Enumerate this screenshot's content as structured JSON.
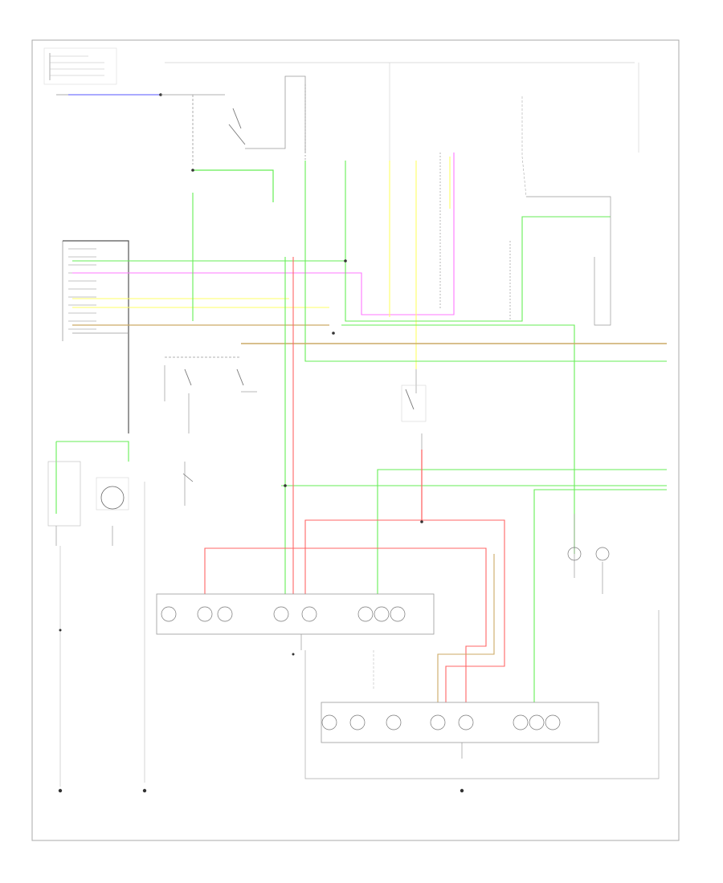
{
  "diagram": {
    "border": "#aaaaaa",
    "wire_colors": {
      "green": "#66ee55",
      "yellow": "#ffff66",
      "red": "#ff6666",
      "pink": "#ff77ff",
      "blue": "#7777ff",
      "tan": "#ccaa66",
      "black": "#333333",
      "gray": "#999999"
    },
    "components": [
      {
        "id": "fuse-relay-box-top-left",
        "icon": "fuse-box-icon"
      },
      {
        "id": "headlight-switch",
        "icon": "switch-icon"
      },
      {
        "id": "brake-switch",
        "icon": "switch-icon"
      },
      {
        "id": "light-control-unit",
        "icon": "module-icon"
      },
      {
        "id": "combination-switch",
        "icon": "switch-icon"
      },
      {
        "id": "backup-light-switch",
        "icon": "switch-icon"
      },
      {
        "id": "license-plate-light",
        "icon": "bulb-icon"
      },
      {
        "id": "high-mount-stop-light",
        "icon": "bulb-icon"
      },
      {
        "id": "left-rear-combination-light",
        "icon": "lamp-assembly-icon"
      },
      {
        "id": "right-rear-combination-light",
        "icon": "lamp-assembly-icon"
      },
      {
        "id": "side-marker-light",
        "icon": "bulb-icon"
      },
      {
        "id": "ground-points",
        "icon": "ground-icon"
      }
    ]
  }
}
